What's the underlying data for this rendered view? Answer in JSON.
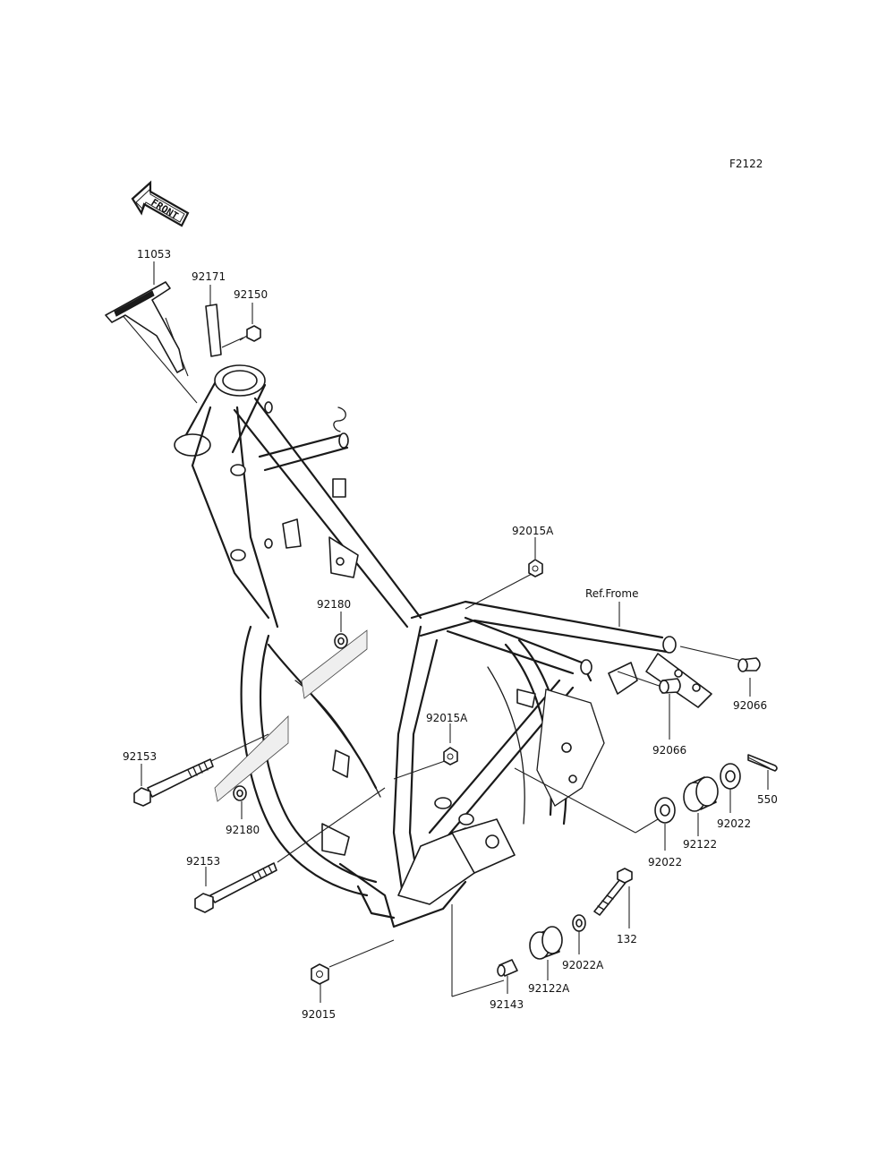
{
  "figure_code": "F2122",
  "front_arrow_label": "FRONT",
  "reference_label": "Ref.Frome",
  "parts": {
    "p11053": "11053",
    "p92171": "92171",
    "p92150": "92150",
    "p92015A_top": "92015A",
    "p92180_top": "92180",
    "p92066_right": "92066",
    "p92066_mid": "92066",
    "p92015A_mid": "92015A",
    "p92153_top": "92153",
    "p92180_bottom": "92180",
    "p550": "550",
    "p92022_right": "92022",
    "p92122": "92122",
    "p92022_left": "92022",
    "p92153_bottom": "92153",
    "p132": "132",
    "p92022A": "92022A",
    "p92122A": "92122A",
    "p92143": "92143",
    "p92015": "92015"
  }
}
